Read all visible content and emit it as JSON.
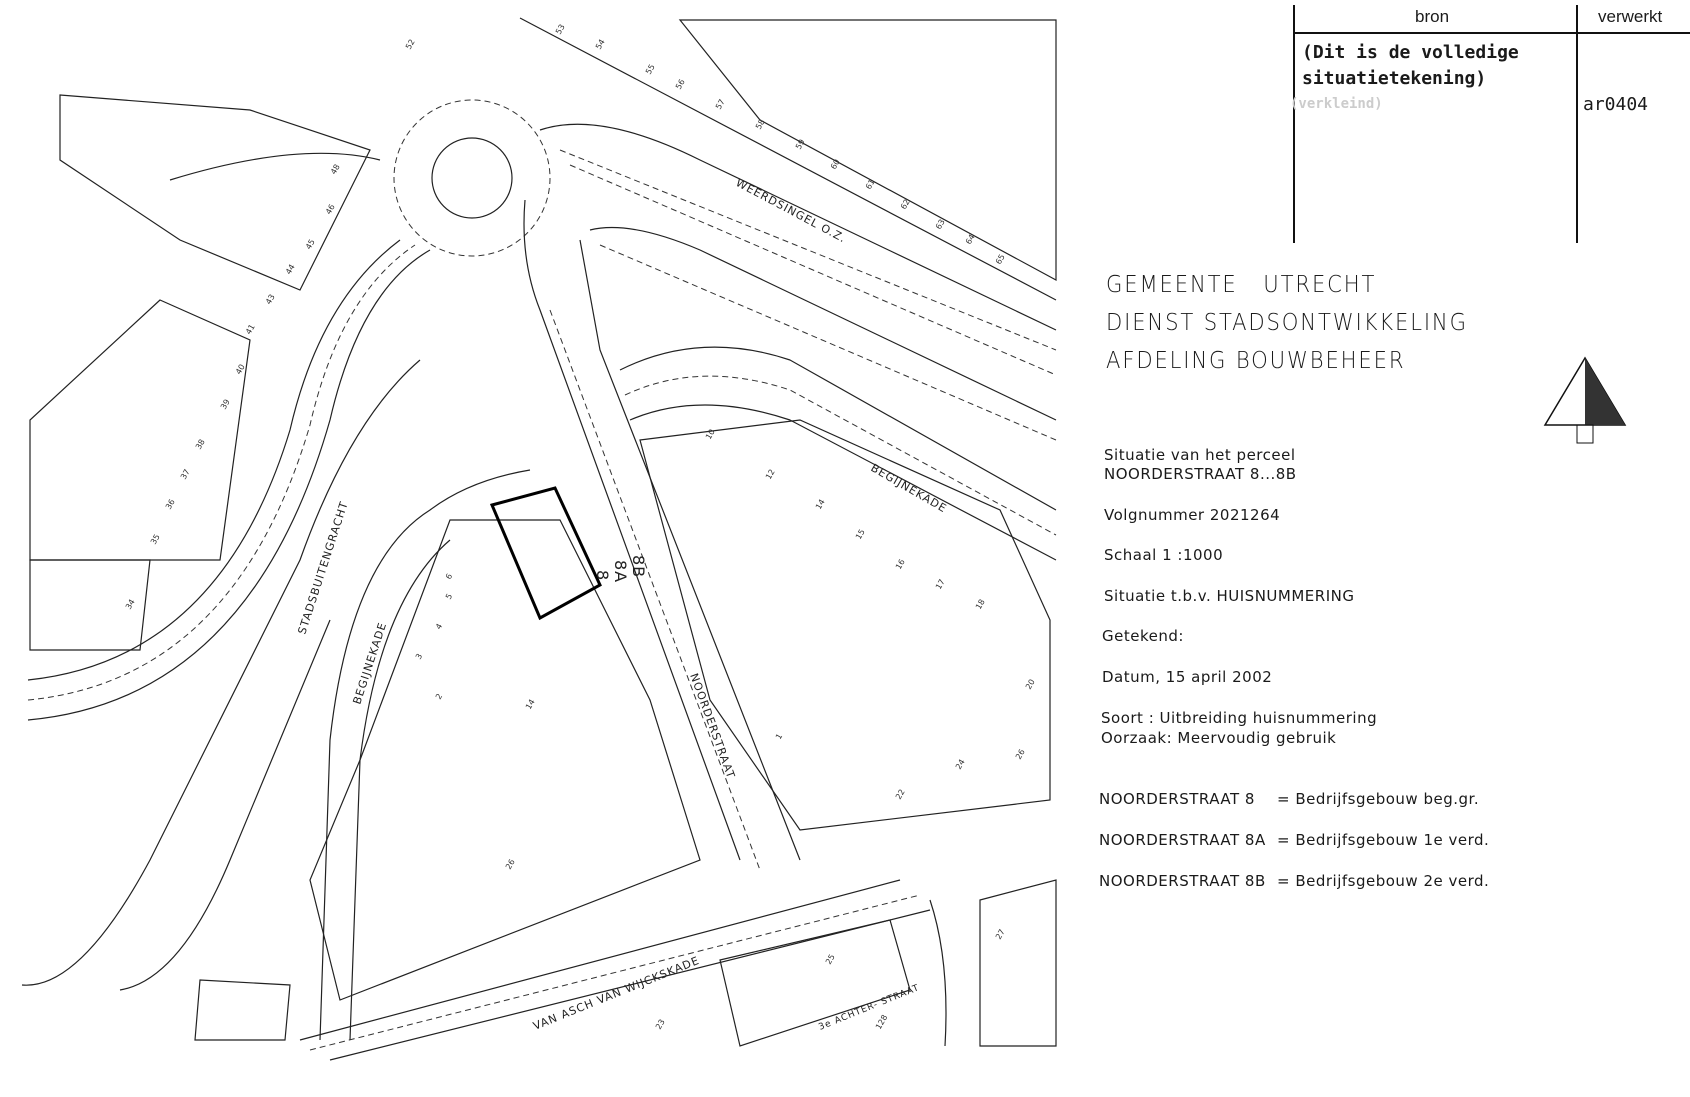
{
  "title_block": {
    "col_source": "bron",
    "col_processed": "verwerkt",
    "source_line1": "(Dit is de volledige",
    "source_line2": "situatietekening)",
    "source_faint": "(verkleind)",
    "processed_code": "ar0404"
  },
  "organization": {
    "line1": "GEMEENTE   UTRECHT",
    "line2": "DIENST STADSONTWIKKELING",
    "line3": "AFDELING BOUWBEHEER"
  },
  "info": {
    "parcel_label": "Situatie van het perceel",
    "parcel_value": "NOORDERSTRAAT 8...8B",
    "sequence": "Volgnummer 2021264",
    "scale": "Schaal 1 :1000",
    "purpose": "Situatie t.b.v. HUISNUMMERING",
    "drawn": "Getekend:",
    "date": "Datum, 15 april 2002",
    "type": "Soort : Uitbreiding huisnummering",
    "cause": "Oorzaak: Meervoudig gebruik"
  },
  "legend": [
    {
      "address": "NOORDERSTRAAT 8",
      "description": "= Bedrijfsgebouw beg.gr."
    },
    {
      "address": "NOORDERSTRAAT 8A",
      "description": "= Bedrijfsgebouw 1e verd."
    },
    {
      "address": "NOORDERSTRAAT 8B",
      "description": "= Bedrijfsgebouw 2e verd."
    }
  ],
  "map": {
    "streets": {
      "weerdsingel": "WEERDSINGEL O.Z.",
      "stadsbuitengracht": "STADSBUITENGRACHT",
      "begijnekade_west": "BEGIJNEKADE",
      "begijnekade_east": "BEGIJNEKADE",
      "noorderstraat": "NOORDERSTRAAT",
      "van_asch": "VAN ASCH VAN WIJCKSKADE",
      "achterstraat": "3e ACHTER- STRAAT"
    },
    "parcel_numbers": {
      "n8b": "8B",
      "n8a": "8A",
      "n8": "8"
    },
    "house_numbers": [
      "48",
      "46",
      "45",
      "44",
      "43",
      "41",
      "40",
      "39",
      "38",
      "37",
      "36",
      "35",
      "34",
      "52",
      "53",
      "54",
      "55",
      "56",
      "57",
      "58",
      "59",
      "60",
      "61",
      "62",
      "63",
      "64",
      "65",
      "10",
      "12",
      "14",
      "15",
      "16",
      "17",
      "18",
      "20",
      "22",
      "24",
      "26",
      "25",
      "27",
      "1",
      "2",
      "3",
      "4",
      "5",
      "6",
      "14",
      "26",
      "23",
      "128"
    ]
  }
}
